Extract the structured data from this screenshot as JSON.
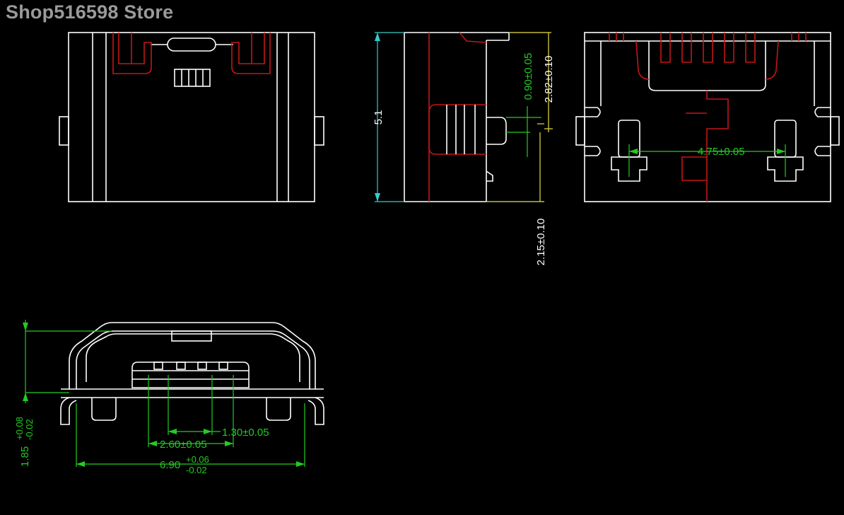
{
  "header": {
    "store_name": "Shop516598 Store"
  },
  "dimensions": {
    "side_height": "5.1",
    "pin_offset": "0.90±0.05",
    "top_offset": "2.82±0.10",
    "bottom_offset": "2.15±0.10",
    "pad_spacing": "4.75±0.05",
    "pin_pitch": "1.30±0.05",
    "pin_span": "2.60±0.05",
    "width_value": "6.90",
    "width_tol_plus": "+0.06",
    "width_tol_minus": "-0.02",
    "height_value": "1.85",
    "height_tol_plus": "+0.08",
    "height_tol_minus": "-0.02"
  },
  "colors": {
    "background": "#000000",
    "outline": "#ffffff",
    "hidden_part": "#c41616",
    "dimension": "#22cc22",
    "leader": "#e8e040"
  }
}
